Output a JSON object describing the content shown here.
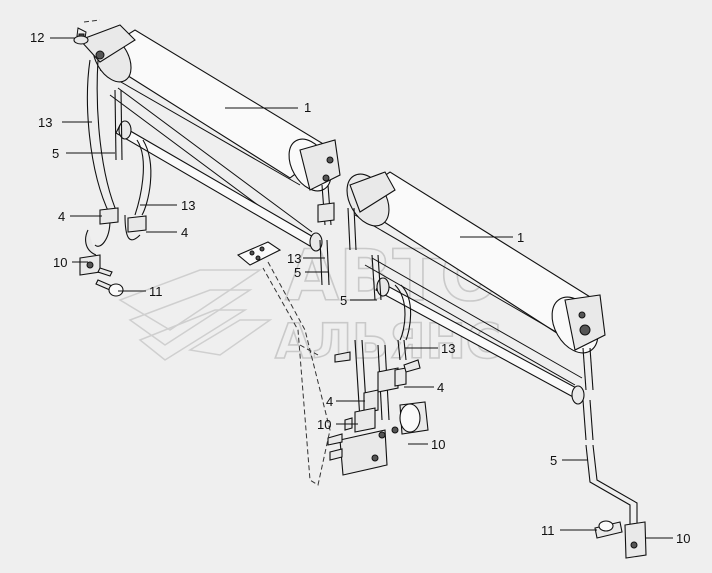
{
  "watermark": {
    "line1": "АВТО",
    "line2": "АЛЬЯНС"
  },
  "callouts": {
    "c1_top": "1",
    "c1_right": "1",
    "c12": "12",
    "c13_left": "13",
    "c5_left": "5",
    "c13_mid": "13",
    "c4_left_a": "4",
    "c4_left_b": "4",
    "c10_left": "10",
    "c11_left": "11",
    "c13_center": "13",
    "c5_center": "5",
    "c5_center2": "5",
    "c13_right": "13",
    "c4_center_a": "4",
    "c4_center_b": "4",
    "c10_center_a": "10",
    "c10_center_b": "10",
    "c5_right": "5",
    "c11_right": "11",
    "c10_right": "10"
  }
}
